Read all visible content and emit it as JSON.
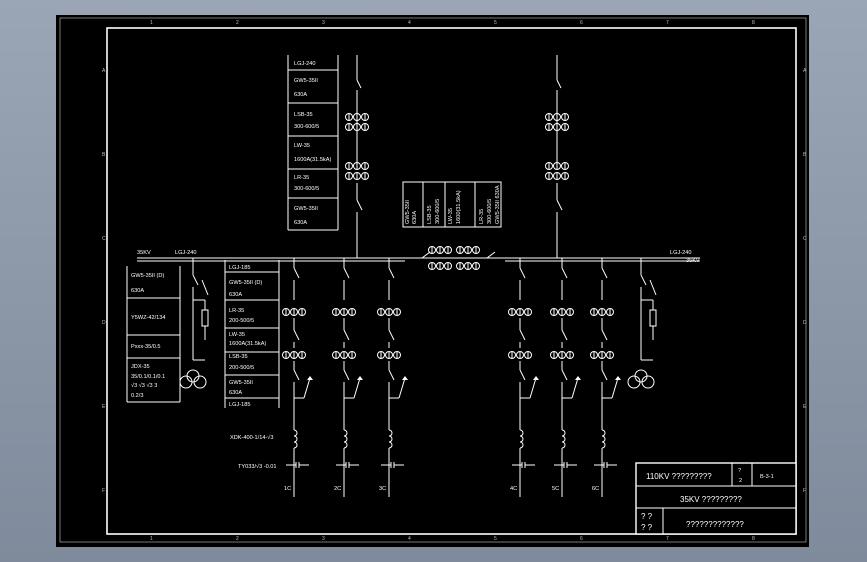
{
  "diagram": {
    "bus_left": "35KV",
    "bus_right": "35KV",
    "cable_left": "LGJ-240",
    "cable_right": "LGJ-240",
    "reactor_label": "XDK-400-1/14-√3",
    "capacitor_label": "TY033/√3 -0.01"
  },
  "top_table": [
    "LGJ-240",
    "GW5-35II",
    "630A",
    "LSB-35",
    "300-600/5",
    "LW-35",
    "1600A(31.5kA)",
    "LR-35",
    "300-600/5",
    "GW5-35II",
    "630A"
  ],
  "tie_table": [
    "GW5-35II",
    "630A",
    "LSB-35",
    "300-600/5",
    "LW-35",
    "1600(31.5kA)",
    "LR-35",
    "300-600/5",
    "GW5-35II 630A"
  ],
  "pt_table": [
    "GW5-35II  (D)",
    "630A",
    "Y5WZ-42/134",
    "Pxxx-35/0.5",
    "JDX-35",
    "35/0.1/0.1/0.1",
    "√3  √3  √3  3",
    "0.2/3"
  ],
  "feeder_table": [
    "LGJ-185",
    "GW5-35II  (D)",
    "630A",
    "LR-35",
    "200-500/5",
    "LW-35",
    "1600A(31.5kA)",
    "LSB-35",
    "200-500/5",
    "GW5-35II",
    "630A",
    "LGJ-185"
  ],
  "feeder_labels": [
    "1C",
    "2C",
    "3C",
    "4C",
    "5C",
    "6C"
  ],
  "zone_labels_top": [
    "1",
    "2",
    "3",
    "4",
    "5",
    "6",
    "7",
    "8"
  ],
  "zone_labels_side": [
    "A",
    "B",
    "C",
    "D",
    "E",
    "F"
  ],
  "title_block": {
    "project": "110KV ?????????",
    "sheet_top": "?",
    "sheet_bottom": "2",
    "drawing_no": "B-3-1",
    "title": "35KV ?????????",
    "role_a": "? ?",
    "role_b": "? ?",
    "company": "?????????????"
  }
}
